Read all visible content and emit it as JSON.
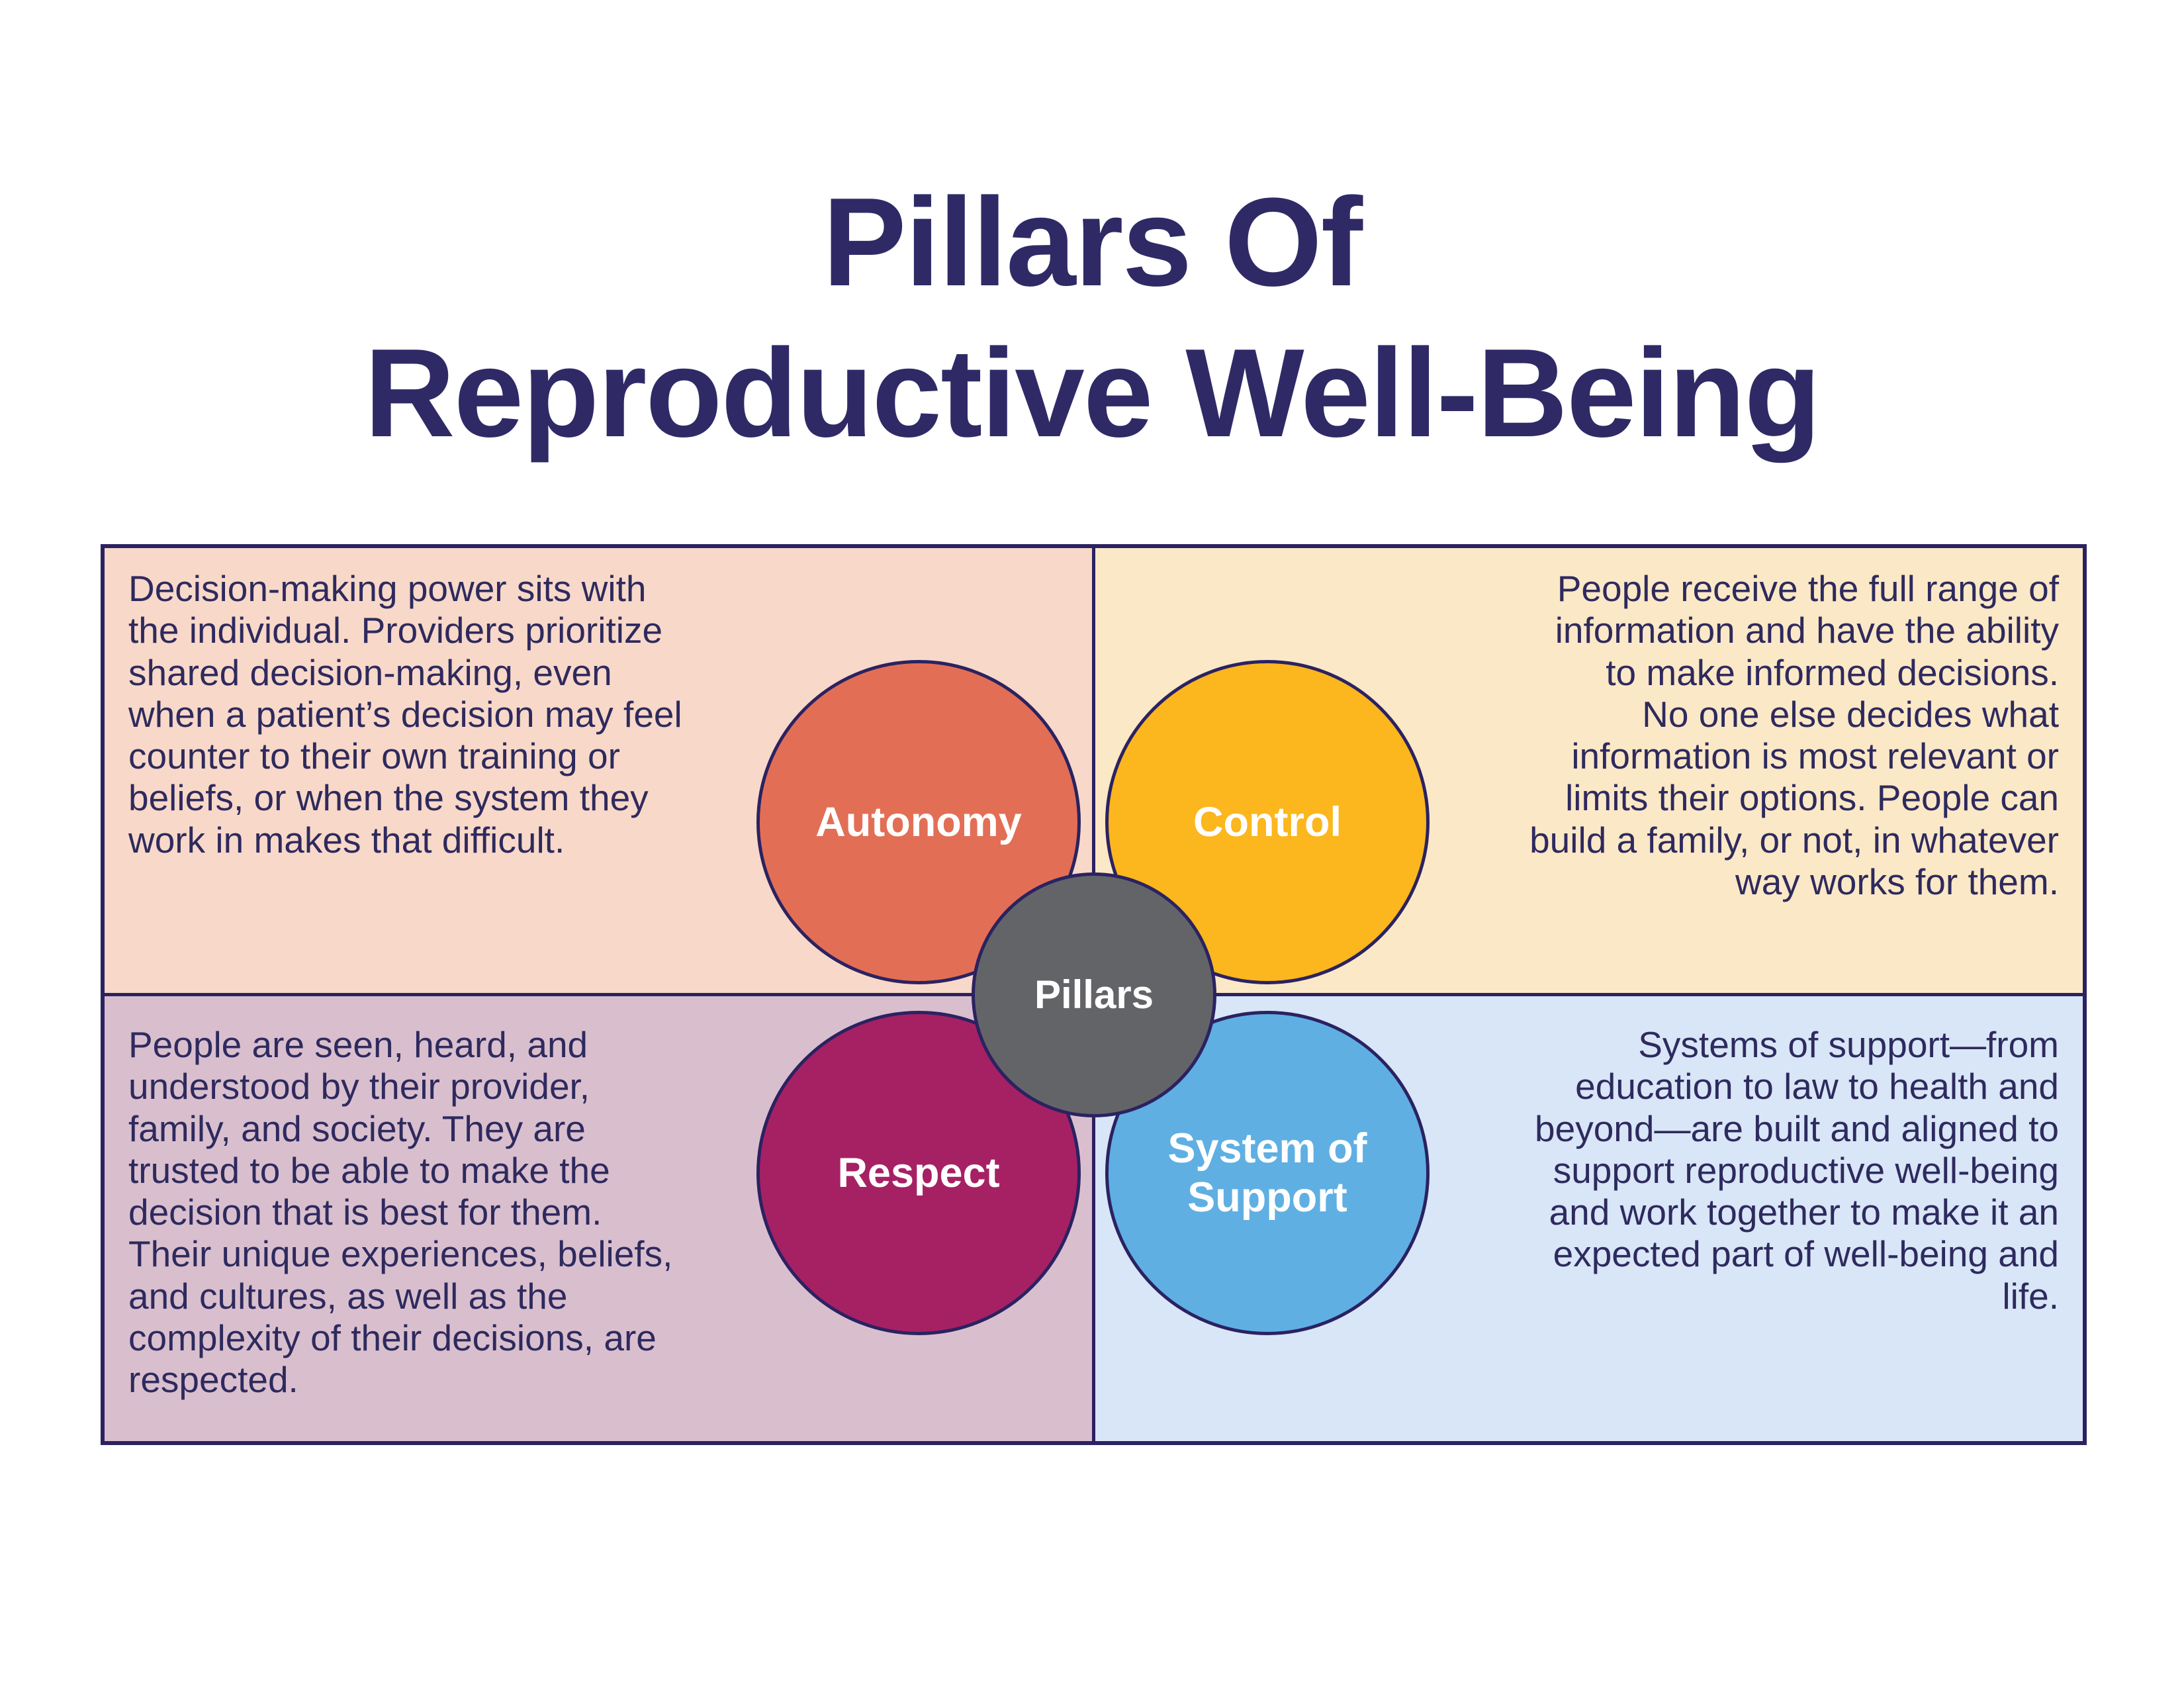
{
  "title": {
    "line1": "Pillars Of",
    "line2": "Reproductive Well-Being"
  },
  "quadrants": {
    "autonomy": {
      "label": "Autonomy",
      "description": "Decision-making power sits with\nthe individual. Providers prioritize\nshared decision-making, even\nwhen a patient’s decision may feel\ncounter to their own training or\nbeliefs, or when the system they\nwork in makes that difficult.",
      "panel_color": "#f8d8c8",
      "circle_color": "#e26f55"
    },
    "control": {
      "label": "Control",
      "description": "People receive the full range of\ninformation and have the ability\nto make informed decisions.\nNo one else decides what\ninformation is most relevant or\nlimits their options. People can\nbuild a family, or not, in whatever\nway works for them.",
      "panel_color": "#fbe8c6",
      "circle_color": "#fcb61e"
    },
    "respect": {
      "label": "Respect",
      "description": "People are seen, heard, and\nunderstood by their provider,\nfamily, and society. They are\ntrusted to be able to make the\ndecision that is best for them.\nTheir unique experiences, beliefs,\nand cultures, as well as the\ncomplexity of their decisions, are\nrespected.",
      "panel_color": "#d9bfce",
      "circle_color": "#a62164"
    },
    "system_of_support": {
      "label": "System of\nSupport",
      "description": "Systems of support—from\neducation to law to health and\nbeyond—are built and aligned to\nsupport reproductive well-being\nand work together to make it an\nexpected part of well-being and\nlife.",
      "panel_color": "#d8e6f7",
      "circle_color": "#5fafe3"
    }
  },
  "center": {
    "label": "Pillars",
    "circle_color": "#636468"
  },
  "colors": {
    "page_background": "#ffffff",
    "text_navy": "#2e2a5e",
    "title_navy": "#2f2a66",
    "border_navy": "#2b2261"
  }
}
